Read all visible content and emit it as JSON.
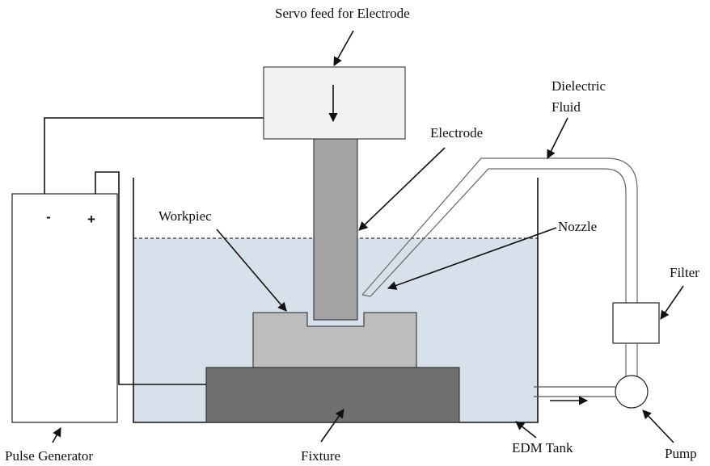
{
  "labels": {
    "servo": "Servo feed for Electrode",
    "electrode": "Electrode",
    "dielectric_line1": "Dielectric",
    "dielectric_line2": "Fluid",
    "workpiece": "Workpiec",
    "nozzle": "Nozzle",
    "filter": "Filter",
    "pulse_generator": "Pulse Generator",
    "fixture": "Fixture",
    "edm_tank": "EDM Tank",
    "pump": "Pump",
    "minus": "-",
    "plus": "+"
  },
  "colors": {
    "dielectric_fluid": "#d7e1ec",
    "electrode": "#a3a3a3",
    "workpiece": "#bdbdbd",
    "fixture": "#707070",
    "servo_box": "#f2f2f2",
    "line": "#111111"
  }
}
